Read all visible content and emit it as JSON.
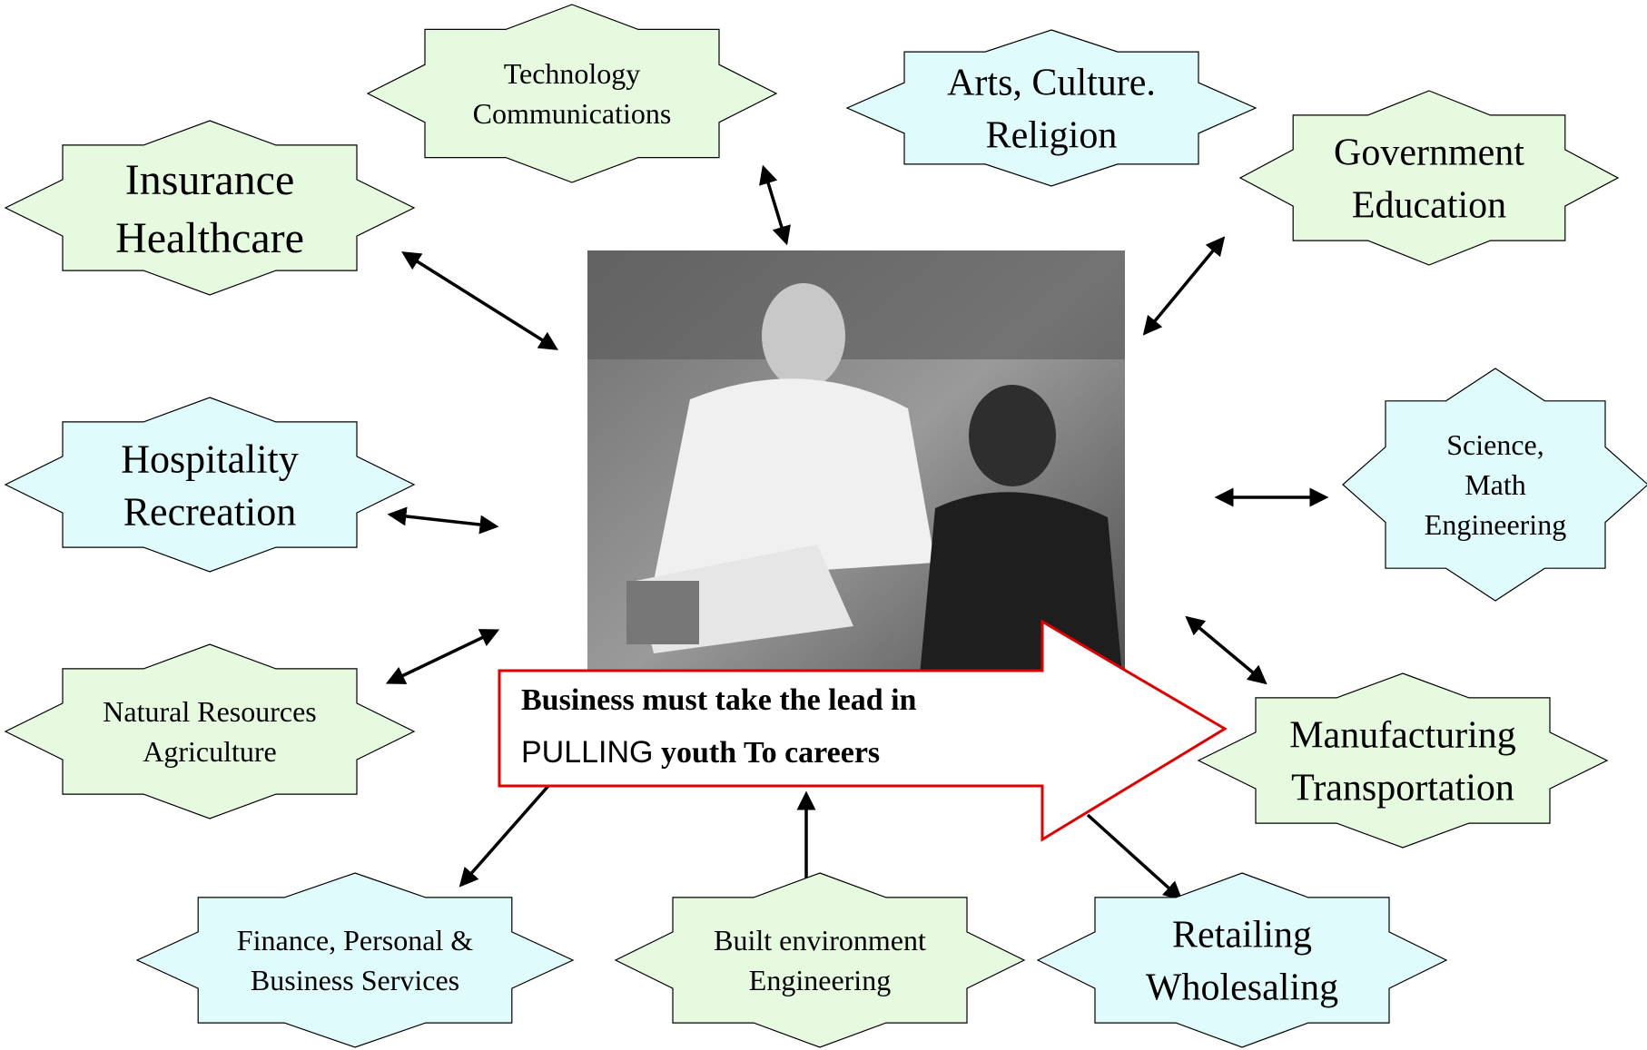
{
  "colors": {
    "green_fill": "#e6fae0",
    "cyan_fill": "#e0fbfb",
    "callout_border": "#e00000",
    "arrow": "#000000",
    "photo_placeholder": "#8a8a8a"
  },
  "photo": {
    "description_icon": "photo-icon"
  },
  "callout": {
    "line1": "Business must take the lead in",
    "line2_word": "PULLING",
    "line2_rest": " youth To careers"
  },
  "clusters": [
    {
      "id": "technology",
      "lines": [
        "Technology",
        "Communications"
      ],
      "fill": "green"
    },
    {
      "id": "arts",
      "lines": [
        "Arts, Culture.",
        "Religion"
      ],
      "fill": "cyan"
    },
    {
      "id": "government",
      "lines": [
        "Government",
        "Education"
      ],
      "fill": "green"
    },
    {
      "id": "insurance",
      "lines": [
        "Insurance",
        "Healthcare"
      ],
      "fill": "green"
    },
    {
      "id": "hospitality",
      "lines": [
        "Hospitality",
        "Recreation"
      ],
      "fill": "cyan"
    },
    {
      "id": "science",
      "lines": [
        "Science,",
        "Math",
        "Engineering"
      ],
      "fill": "cyan"
    },
    {
      "id": "natural",
      "lines": [
        "Natural Resources",
        "Agriculture"
      ],
      "fill": "green"
    },
    {
      "id": "manufacturing",
      "lines": [
        "Manufacturing",
        "Transportation"
      ],
      "fill": "green"
    },
    {
      "id": "finance",
      "lines": [
        "Finance, Personal &",
        "Business Services"
      ],
      "fill": "cyan"
    },
    {
      "id": "built",
      "lines": [
        "Built environment",
        "Engineering"
      ],
      "fill": "green"
    },
    {
      "id": "retailing",
      "lines": [
        "Retailing",
        "Wholesaling"
      ],
      "fill": "cyan"
    }
  ]
}
